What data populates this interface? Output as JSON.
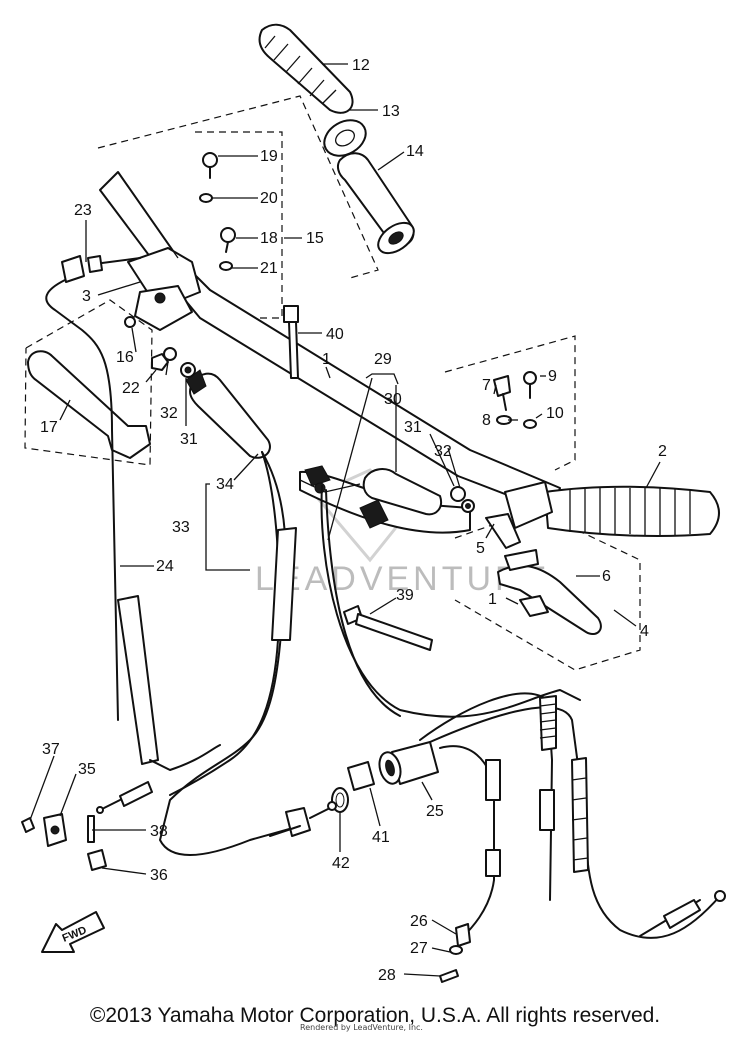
{
  "diagram": {
    "watermark": "LEADVENTURE",
    "fwd_label": "FWD",
    "copyright": "©2013 Yamaha Motor Corporation, U.S.A. All rights reserved.",
    "rendered_by": "Rendered by LeadVenture, Inc.",
    "callouts": {
      "c12": "12",
      "c13": "13",
      "c14": "14",
      "c19": "19",
      "c20": "20",
      "c18": "18",
      "c15": "15",
      "c21": "21",
      "c23": "23",
      "c3": "3",
      "c40": "40",
      "c16": "16",
      "c22": "22",
      "c17": "17",
      "c32a": "32",
      "c31a": "31",
      "c1a": "1",
      "c29": "29",
      "c30": "30",
      "c7": "7",
      "c9": "9",
      "c8": "8",
      "c10": "10",
      "c31b": "31",
      "c32b": "32",
      "c2": "2",
      "c34": "34",
      "c33": "33",
      "c5": "5",
      "c6": "6",
      "c1b": "1",
      "c4": "4",
      "c24": "24",
      "c39": "39",
      "c37": "37",
      "c35": "35",
      "c38": "38",
      "c36": "36",
      "c25": "25",
      "c41": "41",
      "c42": "42",
      "c26": "26",
      "c27": "27",
      "c28": "28"
    }
  }
}
